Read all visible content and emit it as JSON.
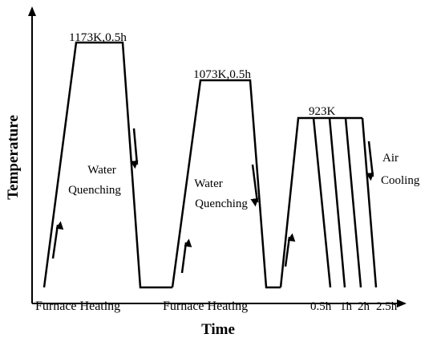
{
  "axes": {
    "y_label": "Temperature",
    "x_label": "Time"
  },
  "stage1": {
    "peak_label": "1173K,0.5h",
    "quench_label_line1": "Water",
    "quench_label_line2": "Quenching",
    "heat_label": "Furnace Heating"
  },
  "stage2": {
    "peak_label": "1073K,0.5h",
    "quench_label_line1": "Water",
    "quench_label_line2": "Quenching",
    "heat_label": "Furnace Heating"
  },
  "stage3": {
    "peak_label": "923K",
    "cool_label_line1": "Air",
    "cool_label_line2": "Cooling",
    "times": [
      "0.5h",
      "1h",
      "2h",
      "2.5h"
    ]
  }
}
